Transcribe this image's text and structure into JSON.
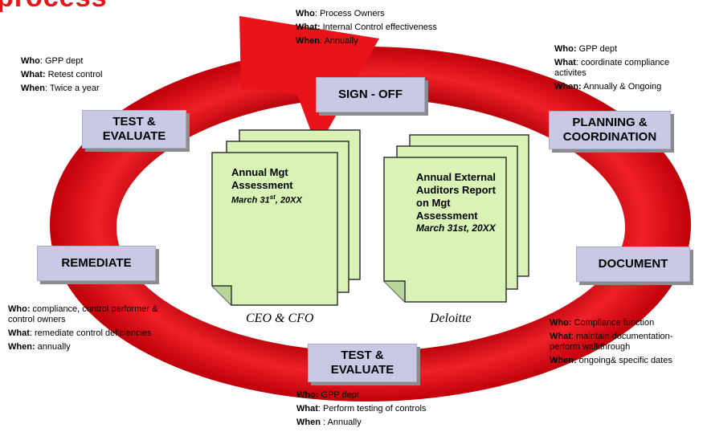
{
  "title_fragment": "process",
  "notes": {
    "top": {
      "who_label": "Who",
      "who": ": Process Owners",
      "what_label": "What:",
      "what": " Internal Control effectiveness",
      "when_label": "When",
      "when": ": Annually"
    },
    "top_left": {
      "who_label": "Who",
      "who": ": GPP dept",
      "what_label": "What:",
      "what": " Retest control",
      "when_label": "When",
      "when": ": Twice a year"
    },
    "top_right": {
      "who_label": "Who:",
      "who": " GPP dept",
      "what_label": "What",
      "what": ": coordinate compliance activites",
      "when_label": "When:",
      "when": " Annually & Ongoing"
    },
    "left": {
      "who_label": "Who:",
      "who": " compliance, control performer & control owners",
      "what_label": "What",
      "what": ": remediate control deficiencies",
      "when_label": "When:",
      "when": " annually"
    },
    "right": {
      "who_label": "Who:",
      "who": " Compliance function",
      "what_label": "What",
      "what": ": maintain documentation- perform walkthrough",
      "when_label": "When:",
      "when": " ongoing& specific dates"
    },
    "bottom": {
      "who_label": "Who:",
      "who": " GPP dept",
      "what_label": "What",
      "what": ": Perform testing of controls",
      "when_label": "When",
      "when": " : Annually"
    }
  },
  "stages": {
    "sign_off": "SIGN - OFF",
    "test_top": "TEST & EVALUATE",
    "planning": "PLANNING & COORDINATION",
    "remediate": "REMEDIATE",
    "document": "DOCUMENT",
    "test_bottom": "TEST & EVALUATE"
  },
  "documents": {
    "mgt": {
      "title": "Annual Mgt Assessment",
      "date_main": "March 31",
      "date_sup": "st",
      "date_tail": ", 20XX",
      "caption": "CEO & CFO"
    },
    "auditor": {
      "title": "Annual External Auditors Report on Mgt Assessment",
      "date": "March 31st, 20XX",
      "caption": "Deloitte"
    }
  },
  "colors": {
    "ring": "#e8141a",
    "box": "#c9c9e6",
    "doc": "#d9f2b6"
  }
}
